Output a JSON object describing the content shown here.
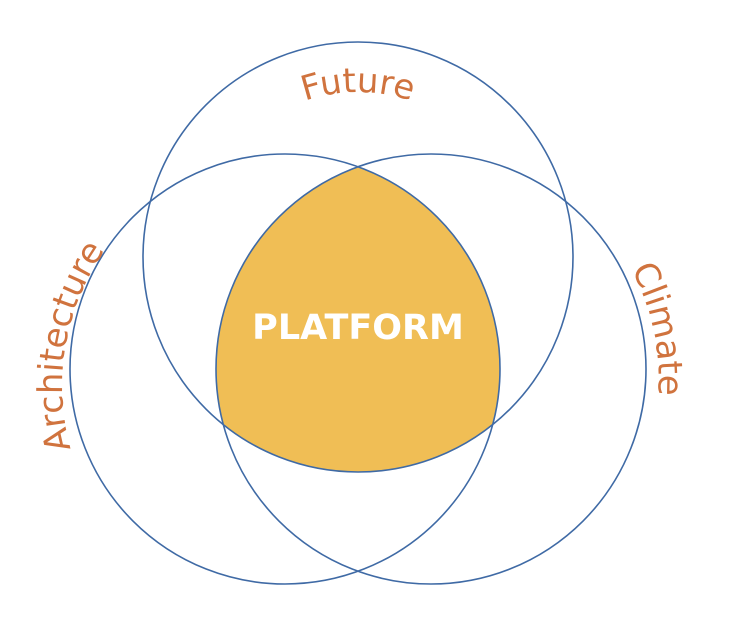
{
  "diagram": {
    "center": {
      "label": "PLATFORM",
      "fill_color": "#F0BE55",
      "text_color": "#FFFFFF"
    },
    "outline_color": "#3F6AA5",
    "label_color": "#D0733E",
    "circles": [
      {
        "id": "future",
        "label": "Future"
      },
      {
        "id": "architecture",
        "label": "Architecture"
      },
      {
        "id": "climate",
        "label": "Climate"
      }
    ]
  }
}
